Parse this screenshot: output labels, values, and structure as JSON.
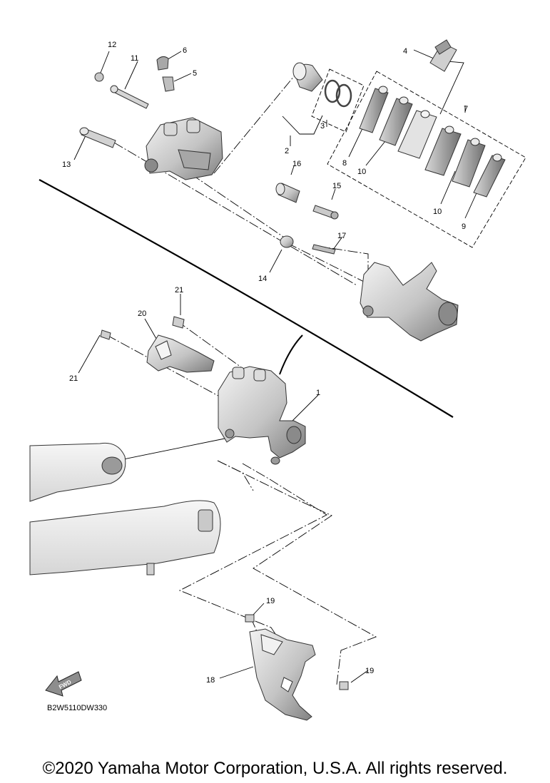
{
  "labels": {
    "p1": "1",
    "p2": "2",
    "p3": "3",
    "p4": "4",
    "p5": "5",
    "p6": "6",
    "p7": "7",
    "p8": "8",
    "p9": "9",
    "p10a": "10",
    "p10b": "10",
    "p11": "11",
    "p12": "12",
    "p13": "13",
    "p14": "14",
    "p15": "15",
    "p16": "16",
    "p17": "17",
    "p18": "18",
    "p19a": "19",
    "p19b": "19",
    "p20": "20",
    "p21a": "21",
    "p21b": "21"
  },
  "fwd_badge": "FWD",
  "diagram_code": "B2W5110DW330",
  "copyright": "©2020 Yamaha Motor Corporation, U.S.A. All rights reserved.",
  "colors": {
    "part_light": "#e9e9e9",
    "part_mid": "#bdbdbd",
    "part_dark": "#7c7c7c",
    "pad_dark": "#8a8a8a",
    "line": "#000000"
  }
}
